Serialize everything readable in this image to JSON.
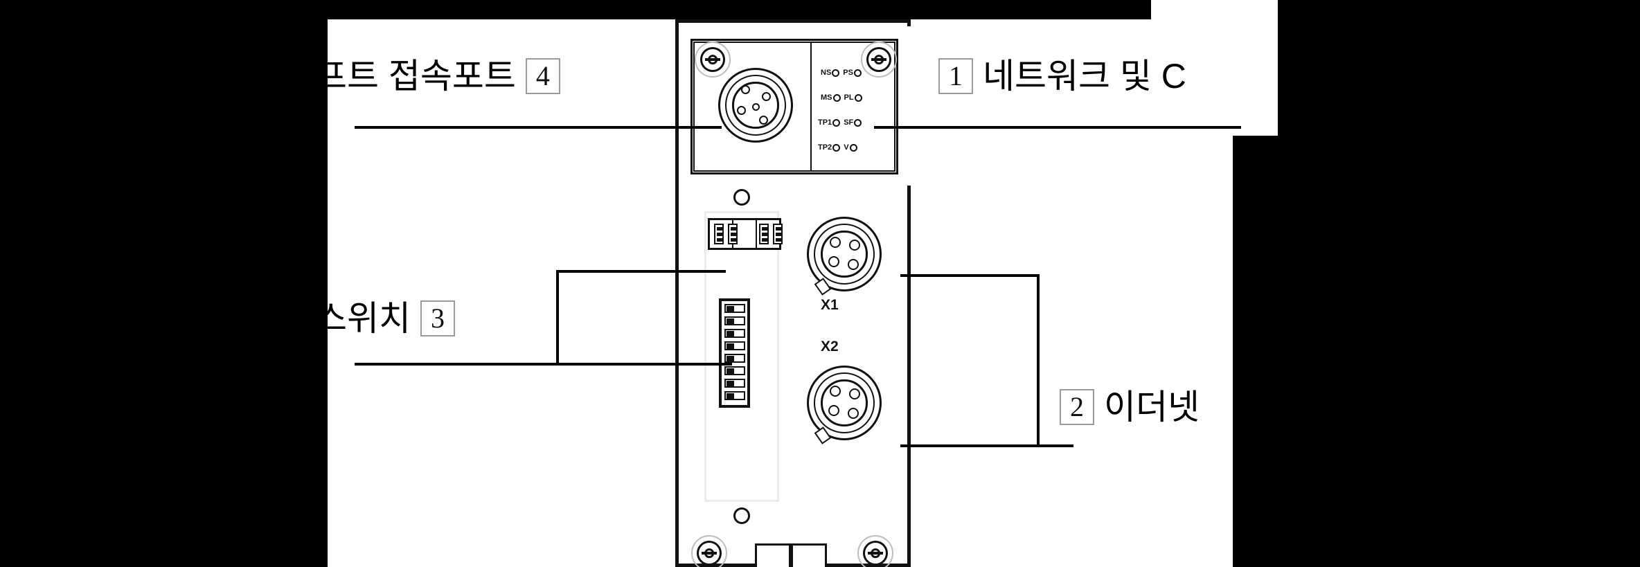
{
  "figure": {
    "type": "technical-diagram",
    "subject": "industrial network module front panel",
    "callouts": [
      {
        "id": "callout-1",
        "number": "1",
        "text": "네트워크 및 C",
        "truncated": true,
        "position": "right-top"
      },
      {
        "id": "callout-2",
        "number": "2",
        "text": "이더넷",
        "truncated": true,
        "position": "right-bottom"
      },
      {
        "id": "callout-3",
        "number": "3",
        "text": "스위치",
        "truncated": true,
        "position": "left-bottom"
      },
      {
        "id": "callout-4",
        "number": "4",
        "text": "프트 접속포트",
        "truncated": true,
        "position": "left-top"
      }
    ]
  },
  "device": {
    "leds": [
      {
        "left_label": "NS",
        "right_label": "PS"
      },
      {
        "left_label": "MS",
        "right_label": "PL"
      },
      {
        "left_label": "TP1",
        "right_label": "SF"
      },
      {
        "left_label": "TP2",
        "right_label": "V"
      }
    ],
    "ethernet_ports": [
      {
        "name": "X1"
      },
      {
        "name": "X2"
      }
    ],
    "service_port": {
      "name": "M12 service port",
      "pins": 5
    },
    "rotary_switches": {
      "count": 4,
      "groups": 2
    },
    "dip_switches": {
      "count": 8
    },
    "screws": {
      "count": 4
    },
    "terminals": {
      "count": 2
    }
  },
  "colors": {
    "outline": "#111111",
    "mask": "#000000",
    "background": "#ffffff",
    "callout_box_border": "#9a9a9a"
  }
}
